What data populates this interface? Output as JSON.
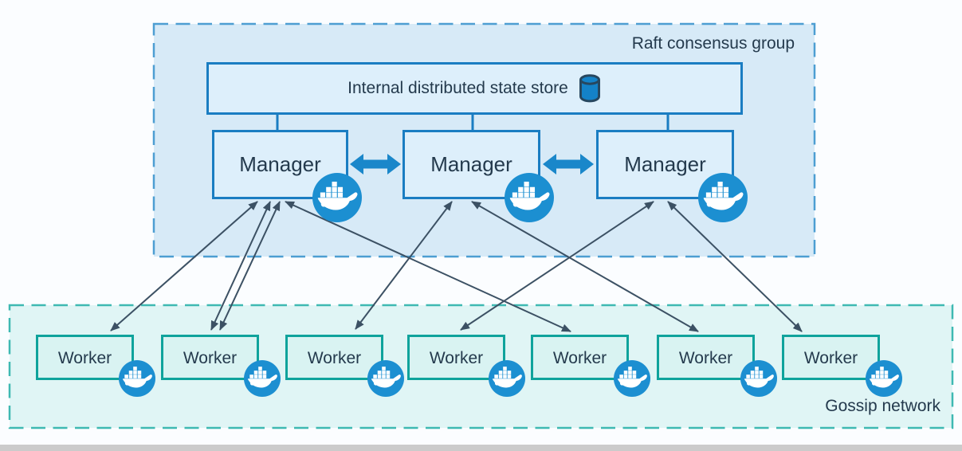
{
  "raft": {
    "label": "Raft consensus group",
    "state_store": {
      "label": "Internal distributed state store"
    },
    "managers": [
      {
        "label": "Manager"
      },
      {
        "label": "Manager"
      },
      {
        "label": "Manager"
      }
    ]
  },
  "gossip": {
    "label": "Gossip network",
    "workers": [
      {
        "label": "Worker"
      },
      {
        "label": "Worker"
      },
      {
        "label": "Worker"
      },
      {
        "label": "Worker"
      },
      {
        "label": "Worker"
      },
      {
        "label": "Worker"
      },
      {
        "label": "Worker"
      }
    ]
  },
  "icons": {
    "docker": "docker-whale-icon",
    "database": "database-cylinder-icon"
  },
  "colors": {
    "docker_blue_border": "#1a7dc2",
    "manager_fill": "#ddeffb",
    "raft_fill": "#d7eaf7",
    "raft_dash": "#4d9ed2",
    "worker_teal_border": "#0fa39c",
    "worker_fill": "#d9f3f2",
    "gossip_fill": "#e0f5f5",
    "gossip_dash": "#3eb9b2",
    "node_arrow": "#3c5164",
    "docker_icon_blue": "#1c8fd1",
    "text": "#243a4d"
  }
}
